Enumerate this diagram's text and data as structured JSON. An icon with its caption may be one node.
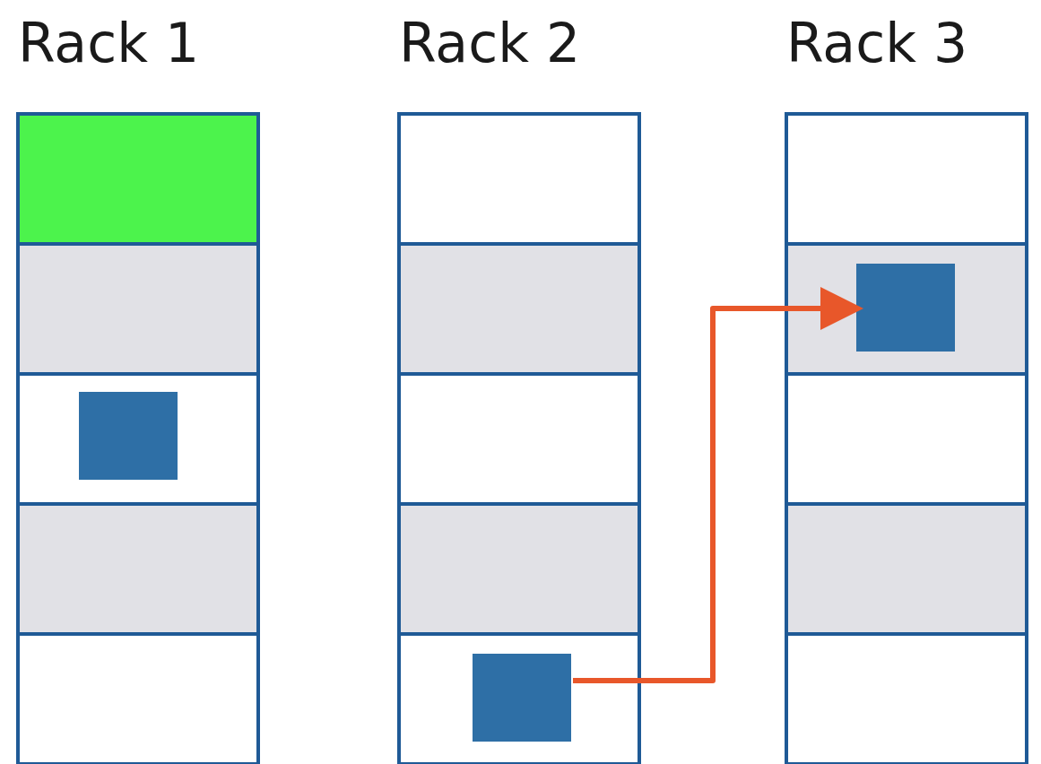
{
  "diagram": {
    "nodes": [
      {
        "text": [
          "Rack 1"
        ]
      },
      {
        "text": [],
        "shape": "box",
        "in": 0
      },
      {
        "text": [],
        "shape": "box",
        "in": 0
      },
      {
        "text": [],
        "shape": "box",
        "in": 0
      },
      {
        "text": [],
        "shape": "box",
        "in": 3
      },
      {
        "text": [],
        "shape": "box",
        "in": 0
      },
      {
        "text": [],
        "shape": "box",
        "in": 0
      },
      {
        "text": [
          "Rack 2"
        ]
      },
      {
        "text": [],
        "shape": "box",
        "in": 7
      },
      {
        "text": [],
        "shape": "box",
        "in": 7
      },
      {
        "text": [],
        "shape": "box",
        "in": 7
      },
      {
        "text": [],
        "shape": "box",
        "in": 7
      },
      {
        "text": [],
        "shape": "box",
        "in": 7
      },
      {
        "text": [],
        "shape": "box",
        "in": 12
      },
      {
        "text": [
          "Rack 3"
        ]
      },
      {
        "text": [],
        "shape": "box",
        "in": 14
      },
      {
        "text": [],
        "shape": "box",
        "in": 14
      },
      {
        "text": [],
        "shape": "box",
        "in": 16
      },
      {
        "text": [],
        "shape": "box",
        "in": 14
      },
      {
        "text": [],
        "shape": "box",
        "in": 14
      },
      {
        "text": [],
        "shape": "box",
        "in": 14
      }
    ],
    "edges": [
      {
        "from": 13,
        "to": 17,
        "arrow": "to"
      }
    ]
  }
}
